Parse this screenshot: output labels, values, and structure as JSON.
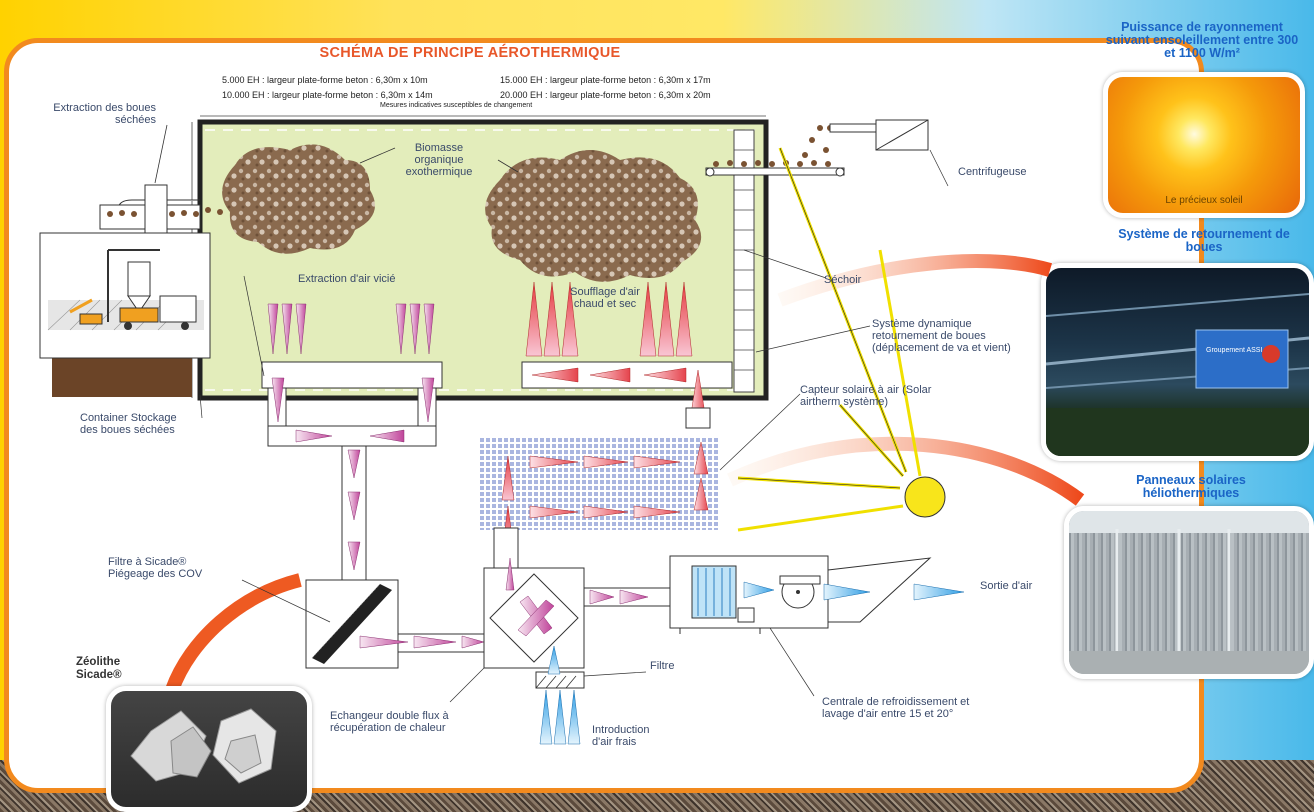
{
  "title": "SCHÉMA DE PRINCIPE AÉROTHERMIQUE",
  "platform_sizes": {
    "row1_left": "5.000 EH : largeur plate-forme beton : 6,30m x 10m",
    "row1_right": "15.000 EH : largeur plate-forme beton : 6,30m x 17m",
    "row2_left": "10.000 EH : largeur plate-forme beton : 6,30m x 14m",
    "row2_right": "20.000 EH : largeur plate-forme beton : 6,30m x 20m",
    "note": "Mesures indicatives susceptibles de changement"
  },
  "labels": {
    "extraction_boues": "Extraction des boues séchées",
    "biomasse": "Biomasse organique exothermique",
    "centrifugeuse": "Centrifugeuse",
    "extraction_air": "Extraction d'air vicié",
    "soufflage": "Soufflage d'air chaud et sec",
    "sechoir": "Séchoir",
    "systeme_dynamique": "Système dynamique retournement de boues (déplacement de va et vient)",
    "capteur_solaire": "Capteur solaire à air (Solar airtherm système)",
    "container": "Container Stockage des boues séchées",
    "filtre_sicade": "Filtre à Sicade® Piégeage des COV",
    "zeolithe": "Zéolithe Sicade®",
    "echangeur": "Echangeur double flux à récupération de chaleur",
    "filtre": "Filtre",
    "introduction_air": "Introduction d'air frais",
    "centrale": "Centrale de refroidissement et lavage d'air entre 15 et 20°",
    "sortie_air": "Sortie d'air"
  },
  "right_panel": {
    "puissance_title": "Puissance de rayonnement suivant ensoleillement entre 300 et 1100 W/m²",
    "soleil_caption": "Le précieux soleil",
    "retournement_title": "Système de retournement de boues",
    "machine_label": "Groupement ASSI",
    "panneaux_title": "Panneaux solaires héliothermiques"
  },
  "colors": {
    "accent_orange": "#f28a1e",
    "title_red": "#e8572a",
    "blue_title": "#1a64c6",
    "drying_floor": "#e3edbb",
    "warm_arrow": "#e8474a",
    "exhaust_arrow": "#b44a9a",
    "fresh_air_arrow": "#3aa6e8"
  }
}
